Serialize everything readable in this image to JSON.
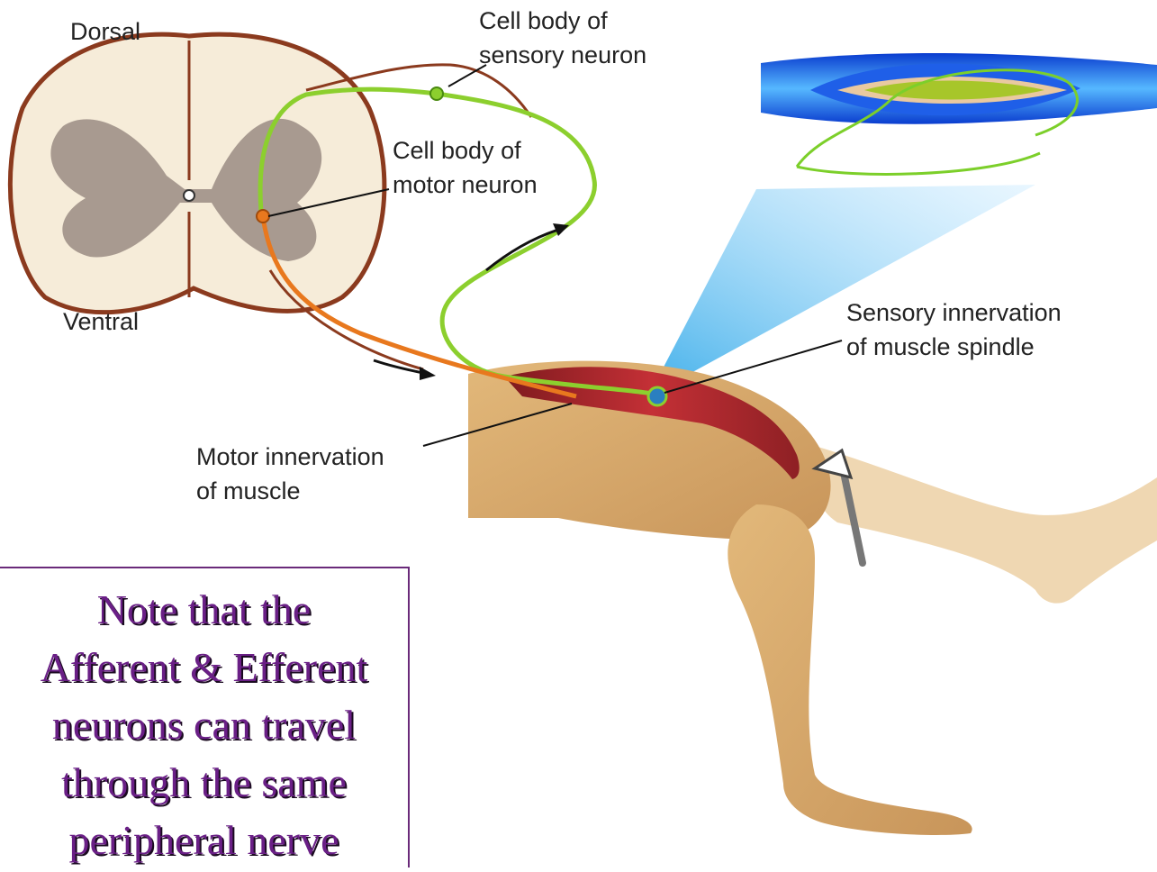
{
  "labels": {
    "dorsal": "Dorsal",
    "ventral": "Ventral",
    "sensory_cell_body": [
      "Cell body of",
      "sensory neuron"
    ],
    "motor_cell_body": [
      "Cell body of",
      "motor neuron"
    ],
    "sensory_innervation": [
      "Sensory innervation",
      "of muscle spindle"
    ],
    "motor_innervation": [
      "Motor innervation",
      "of muscle"
    ]
  },
  "note": {
    "lines": [
      "Note that the",
      "Afferent & Efferent",
      "neurons can travel",
      "through the same",
      "peripheral nerve"
    ]
  },
  "colors": {
    "sensory_neuron": "#8ccf2e",
    "motor_neuron": "#e8781e",
    "skin": "#d8aa6c",
    "muscle": "#b5242a",
    "gray_matter": "#a89a90",
    "spinal_outline": "#8b3a1e",
    "note_text": "#6a1f86"
  }
}
